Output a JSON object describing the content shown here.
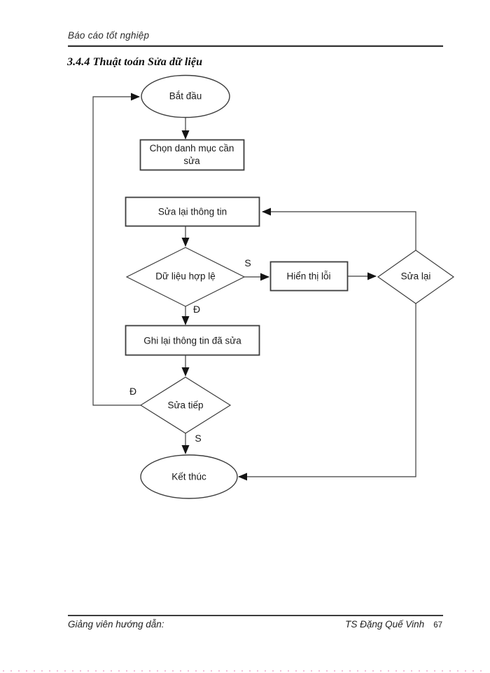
{
  "page": {
    "header_title": "Báo cáo tốt nghiệp",
    "section_heading": "3.4.4 Thuật toán Sửa dữ liệu",
    "footer_left": "Giảng viên hướng dẫn:",
    "footer_right": "TS Đặng Quế Vinh",
    "page_number": "67"
  },
  "flowchart": {
    "type": "flowchart",
    "nodes": {
      "start": "Bắt đầu",
      "choose": "Chọn danh mục cần sửa",
      "edit": "Sửa lại thông tin",
      "valid": "Dữ liệu hợp lệ",
      "error": "Hiển thị lỗi",
      "again": "Sửa lại",
      "save": "Ghi lại thông tin đã sửa",
      "continue": "Sửa tiếp",
      "end": "Kết thúc"
    },
    "branch_labels": {
      "valid_yes": "S",
      "valid_no": "Đ",
      "continue_yes": "Đ",
      "continue_no": "S"
    },
    "edges": [
      {
        "from": "start",
        "to": "choose",
        "label": ""
      },
      {
        "from": "edit",
        "to": "valid",
        "label": ""
      },
      {
        "from": "valid",
        "to": "error",
        "label": "S"
      },
      {
        "from": "valid",
        "to": "save",
        "label": "Đ"
      },
      {
        "from": "error",
        "to": "again",
        "label": ""
      },
      {
        "from": "again",
        "to": "edit",
        "label": ""
      },
      {
        "from": "again",
        "to": "end",
        "label": ""
      },
      {
        "from": "save",
        "to": "continue",
        "label": ""
      },
      {
        "from": "continue",
        "to": "start",
        "label": "Đ"
      },
      {
        "from": "continue",
        "to": "end",
        "label": "S"
      }
    ],
    "colors": {
      "shape_stroke": "#3d3d3d",
      "arrowhead": "#141414",
      "text": "#1a1a1a",
      "background": "#ffffff",
      "bottom_dotted_line": "#efc0d8"
    }
  }
}
